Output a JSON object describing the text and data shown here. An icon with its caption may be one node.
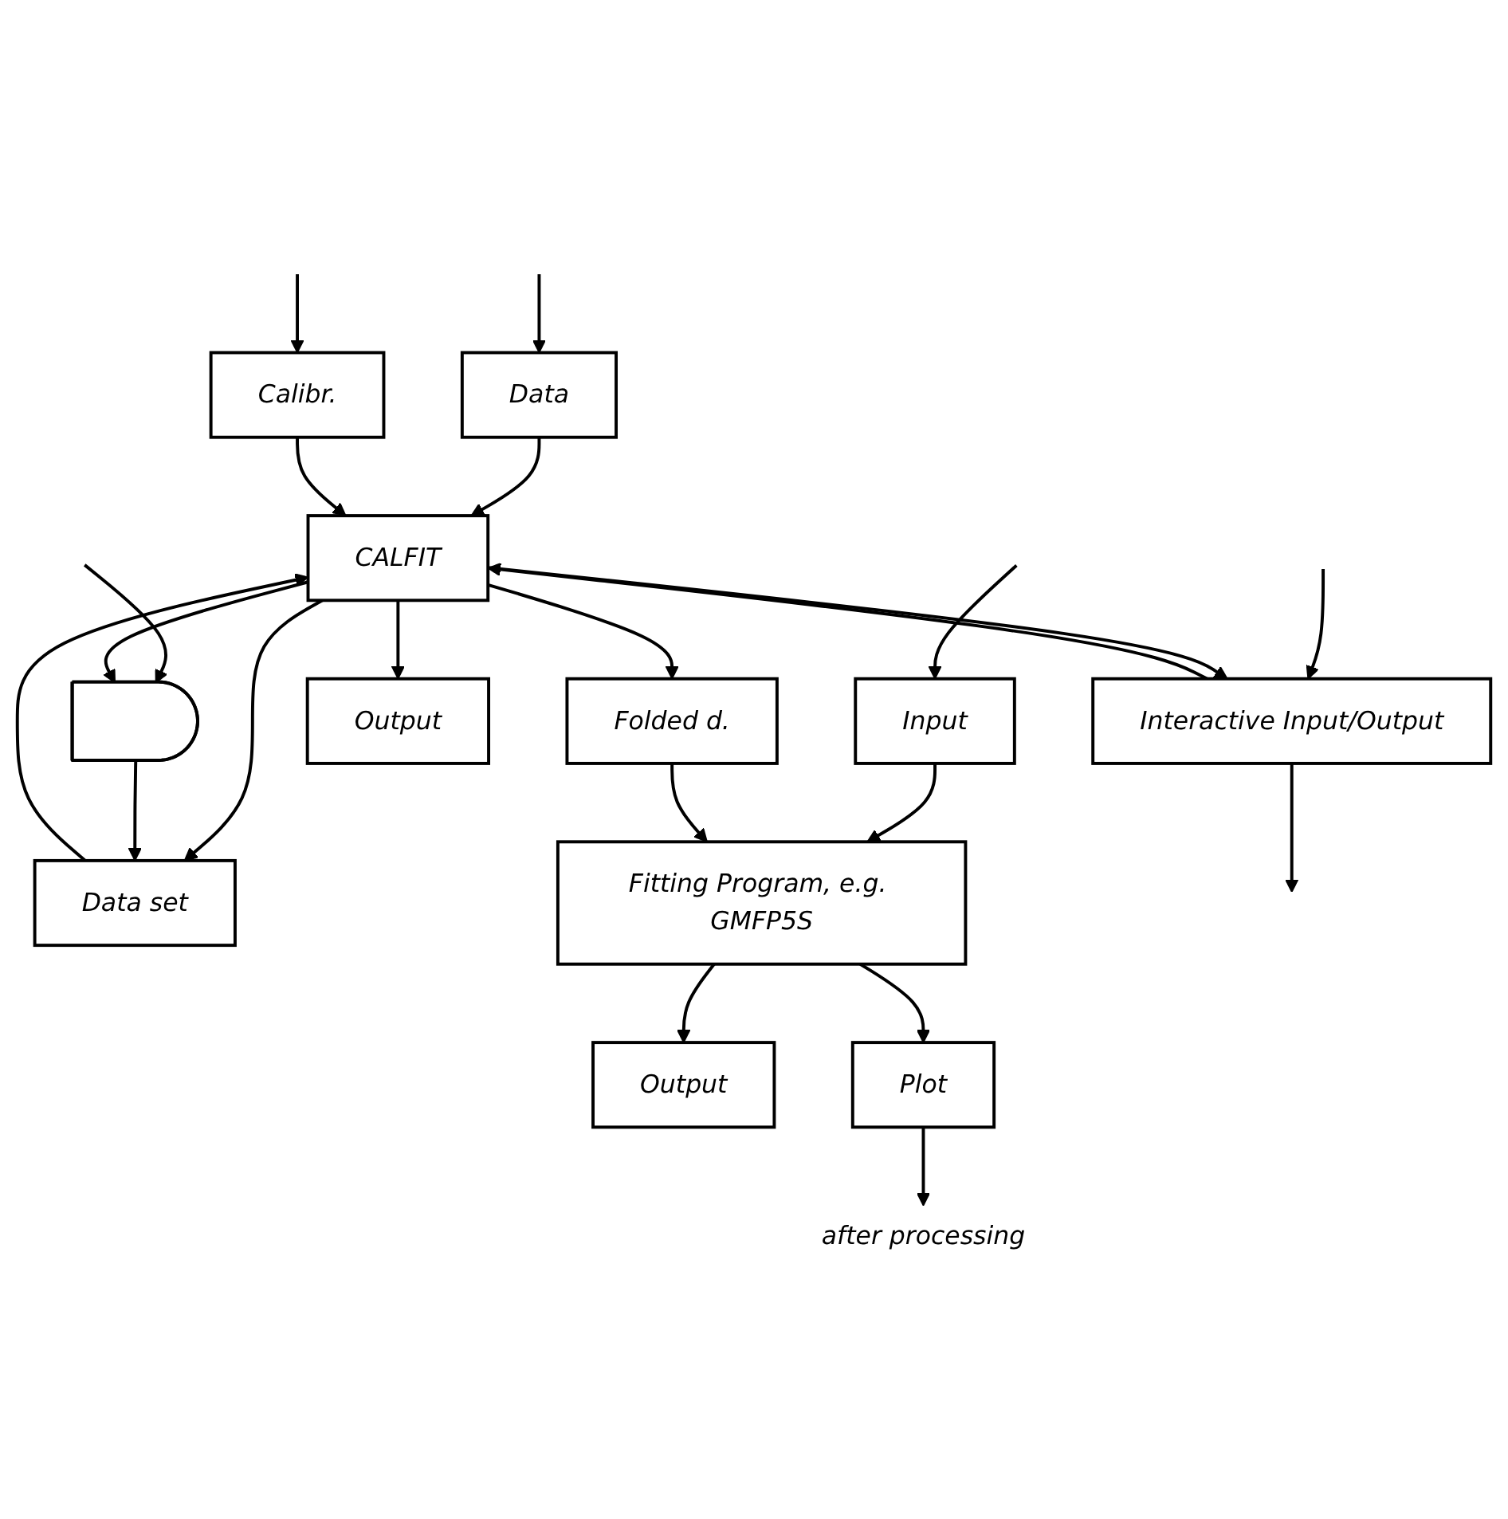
{
  "diagram": {
    "nodes": [
      {
        "text": [
          "Data"
        ]
      },
      {
        "text": [
          "Calibr."
        ]
      },
      {
        "text": [
          "Interactive Input/Output"
        ]
      },
      {
        "text": [
          "Data set"
        ]
      },
      {
        "text": [],
        "shape": "delay"
      },
      {
        "text": [
          "CALFIT"
        ]
      },
      {
        "text": [
          "Folded d."
        ]
      },
      {
        "text": [
          "Output"
        ]
      },
      {
        "text": [
          "Input"
        ]
      },
      {
        "text": [
          "Fitting Program, e.g. GMFP5S"
        ]
      },
      {
        "text": [
          "Output"
        ]
      },
      {
        "text": [
          "Plot"
        ]
      },
      {
        "text": [
          "after processing"
        ]
      }
    ],
    "edges": [
      {
        "from": null,
        "to": 0,
        "arrow": "to"
      },
      {
        "from": null,
        "to": 1,
        "arrow": "to"
      },
      {
        "from": null,
        "to": 2,
        "arrow": "to"
      },
      {
        "from": 2,
        "to": null,
        "arrow": "to"
      },
      {
        "from": 0,
        "to": 5,
        "arrow": "to"
      },
      {
        "from": 1,
        "to": 5,
        "arrow": "to"
      },
      {
        "from": 2,
        "to": 5,
        "arrow": "to"
      },
      {
        "from": 5,
        "to": 2,
        "arrow": "to"
      },
      {
        "from": 3,
        "to": 5,
        "arrow": "to"
      },
      {
        "from": 5,
        "to": 3,
        "arrow": "to"
      },
      {
        "from": 4,
        "to": 3,
        "arrow": "to"
      },
      {
        "from": null,
        "to": 4,
        "arrow": "to"
      },
      {
        "from": 5,
        "to": 4,
        "arrow": "to"
      },
      {
        "from": 5,
        "to": 6,
        "arrow": "to"
      },
      {
        "from": 5,
        "to": 7,
        "arrow": "to"
      },
      {
        "from": null,
        "to": 8,
        "arrow": "to"
      },
      {
        "from": 8,
        "to": 9,
        "arrow": "to"
      },
      {
        "from": 6,
        "to": 9,
        "arrow": "to"
      },
      {
        "from": 9,
        "to": 10,
        "arrow": "to"
      },
      {
        "from": 9,
        "to": 11,
        "arrow": "to"
      },
      {
        "from": 11,
        "to": 12,
        "arrow": "to"
      }
    ]
  }
}
